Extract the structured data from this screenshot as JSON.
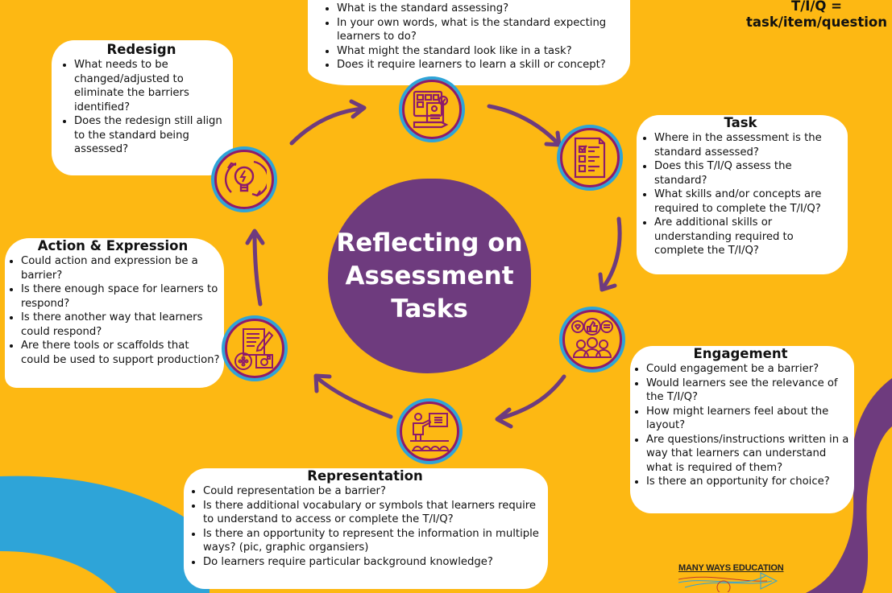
{
  "legend": {
    "line1": "T/I/Q =",
    "line2": "task/item/question"
  },
  "center": {
    "title_line1": "Reflecting on",
    "title_line2": "Assessment",
    "title_line3": "Tasks"
  },
  "cards": {
    "standard": {
      "title": "",
      "items": [
        "What is the standard assessing?",
        "In your own words, what is the standard expecting learners to do?",
        "What might the standard look like in a task?",
        "Does it require learners to learn a skill or concept?"
      ]
    },
    "redesign": {
      "title": "Redesign",
      "items": [
        "What needs to be changed/adjusted to eliminate the barriers identified?",
        "Does the redesign still align to the standard being assessed?"
      ]
    },
    "task": {
      "title": "Task",
      "items": [
        "Where in the assessment is the standard assessed?",
        "Does this T/I/Q assess the standard?",
        "What skills and/or concepts are required to complete the T/I/Q?",
        "Are additional skills or understanding required to complete the T/I/Q?"
      ]
    },
    "action": {
      "title": "Action & Expression",
      "items": [
        "Could action and expression be a barrier?",
        "Is there enough space for learners to respond?",
        "Is there another way that learners could respond?",
        "Are there tools or scaffolds that could be used to support production?"
      ]
    },
    "engagement": {
      "title": "Engagement",
      "items": [
        "Could engagement be a barrier?",
        "Would learners see the relevance of the T/I/Q?",
        "How might learners feel about the layout?",
        "Are questions/instructions written in a way that learners can understand what is required of them?",
        "Is there an opportunity for choice?"
      ]
    },
    "representation": {
      "title": "Representation",
      "items": [
        "Could representation be a barrier?",
        "Is there additional vocabulary or symbols that learners require to understand to access or complete the T/I/Q?",
        "Is there an opportunity to represent the information in multiple ways? (pic, graphic organsiers)",
        "Do learners require particular background knowledge?"
      ]
    }
  },
  "icons": {
    "standard": "standard-worksheet-icon",
    "task": "checklist-icon",
    "engagement": "engagement-audience-icon",
    "representation": "presentation-teacher-icon",
    "action": "document-pencil-media-icon",
    "redesign": "lightbulb-cycle-icon"
  },
  "logo": {
    "text": "MANY WAYS EDUCATION"
  },
  "colors": {
    "background": "#FDB813",
    "purple": "#6E3B7E",
    "magenta": "#8E1A6B",
    "blue": "#2EA4D8",
    "card": "#FFFFFF"
  }
}
